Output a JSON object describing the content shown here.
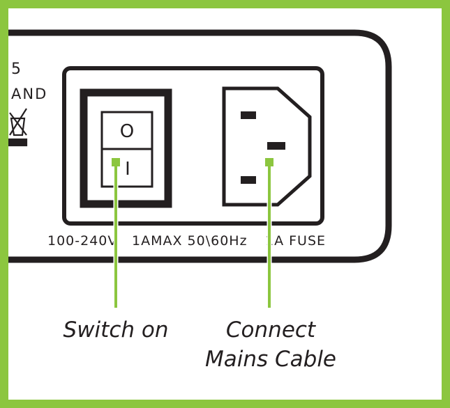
{
  "panel": {
    "cropped_text_top": "5",
    "cropped_text_brand": "AND",
    "recycle_bin_icon": "crossed-out-wheelie-bin-icon",
    "switch_symbol_off": "O",
    "switch_symbol_on": "I",
    "voltage_label": "100-240V",
    "current_frequency_label": "1AMAX 50\\60Hz",
    "fuse_label": "1A FUSE"
  },
  "callouts": {
    "switch": "Switch on",
    "mains_line1": "Connect",
    "mains_line2": "Mains Cable"
  },
  "colors": {
    "frame_green": "#8cc63f",
    "callout_green": "#8cc63f",
    "ink": "#231f20",
    "background": "#ffffff"
  }
}
